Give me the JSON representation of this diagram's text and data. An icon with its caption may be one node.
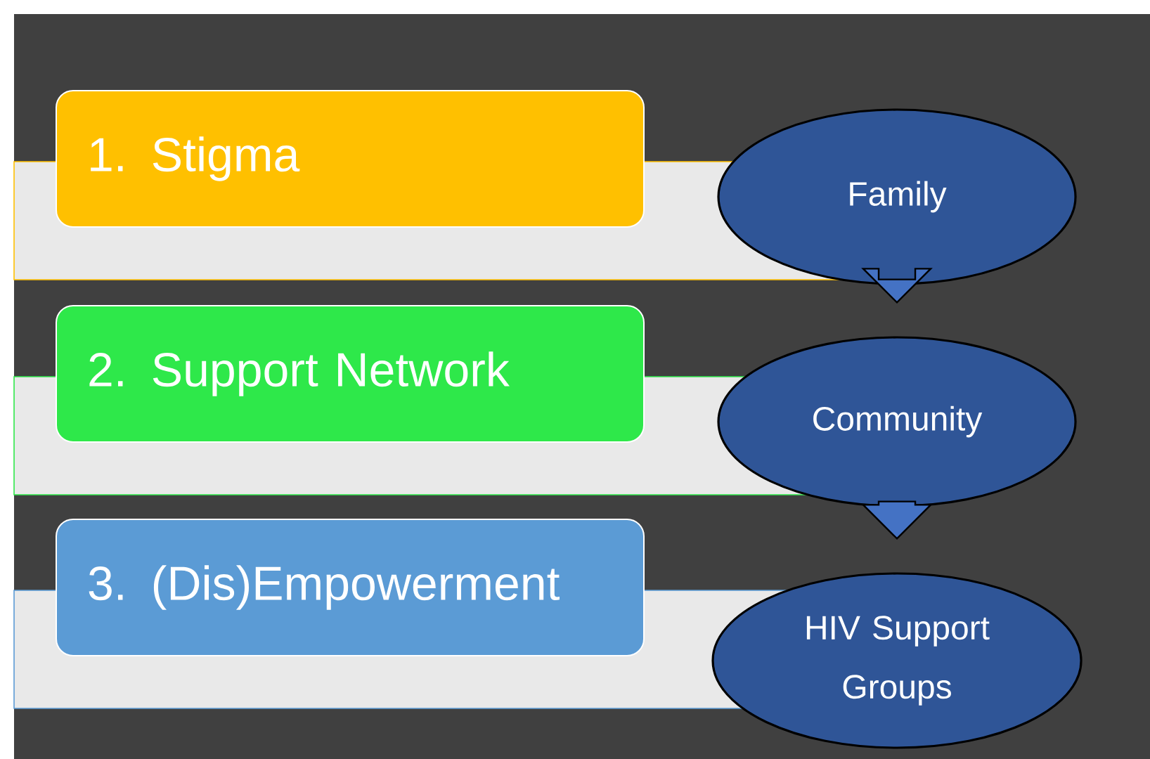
{
  "diagram": {
    "nodes": [
      {
        "text": [
          "1. Stigma"
        ]
      },
      {
        "text": [
          "2. Support Network"
        ]
      },
      {
        "text": [
          "3. (Dis)Empowerment"
        ]
      },
      {
        "text": [
          "Family"
        ]
      },
      {
        "text": [
          "Community"
        ]
      },
      {
        "text": [
          "HIV Support Groups"
        ]
      }
    ],
    "edges": [
      {
        "from": 3,
        "to": 4,
        "arrow": "to",
        "style": "thick"
      },
      {
        "from": 4,
        "to": 5,
        "arrow": "to",
        "style": "thick"
      }
    ]
  }
}
